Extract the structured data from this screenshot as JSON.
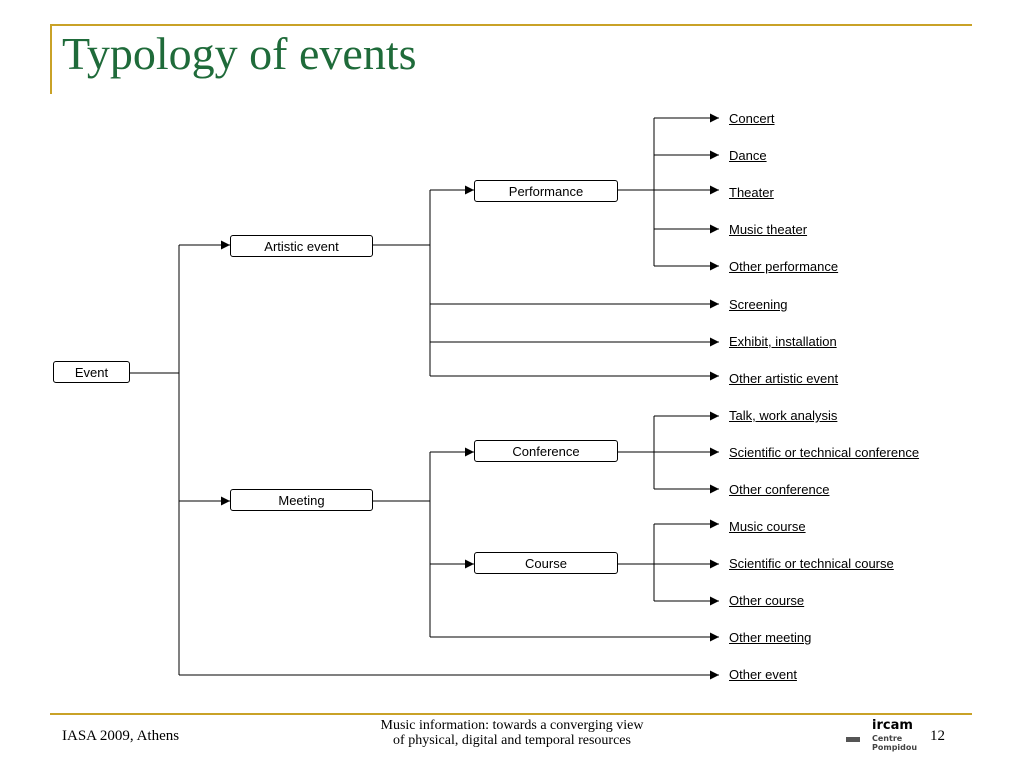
{
  "title": "Typology of events",
  "diagram": {
    "boxes": {
      "event": "Event",
      "artistic": "Artistic event",
      "meeting": "Meeting",
      "performance": "Performance",
      "conference": "Conference",
      "course": "Course"
    },
    "leaves": [
      "Concert",
      "Dance",
      "Theater",
      "Music theater",
      "Other performance",
      "Screening",
      "Exhibit, installation",
      "Other artistic event",
      "Talk, work analysis",
      "Scientific or technical conference",
      "Other conference",
      "Music course",
      "Scientific or technical course",
      "Other course",
      "Other meeting",
      "Other event"
    ]
  },
  "footer": {
    "left": "IASA 2009, Athens",
    "center_line1": "Music information: towards a converging view",
    "center_line2": "of physical, digital and temporal resources",
    "page": "12",
    "logo_main": "ircam",
    "logo_sub1": "Centre",
    "logo_sub2": "Pompidou"
  }
}
